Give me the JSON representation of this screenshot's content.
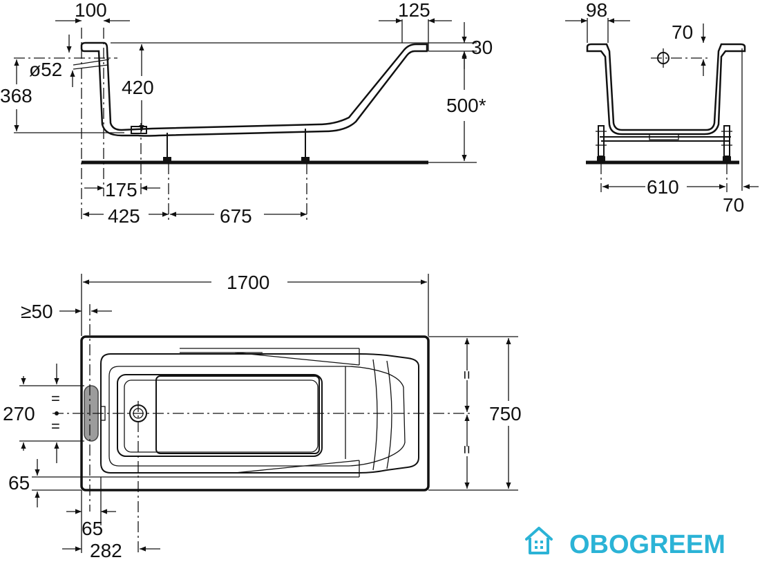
{
  "dimensions": {
    "side": {
      "rim_left": "100",
      "rim_right": "125",
      "rim_thickness": "30",
      "drain_diameter": "ø52",
      "drain_height": "368",
      "depth": "420",
      "total_height": "500*",
      "drain_offset": "175",
      "leg_offset": "425",
      "leg_spacing": "675"
    },
    "end": {
      "rim_width": "98",
      "overflow_offset": "70",
      "leg_spacing": "610",
      "side_offset": "70"
    },
    "plan": {
      "length": "1700",
      "wall_gap": "≥50",
      "overflow_span": "270",
      "width": "750",
      "rim_side": "65",
      "rim_end": "65",
      "drain_position": "282"
    },
    "equal_mark": "="
  },
  "brand": {
    "name": "OBOGREEM",
    "color": "#2bb3d6"
  }
}
